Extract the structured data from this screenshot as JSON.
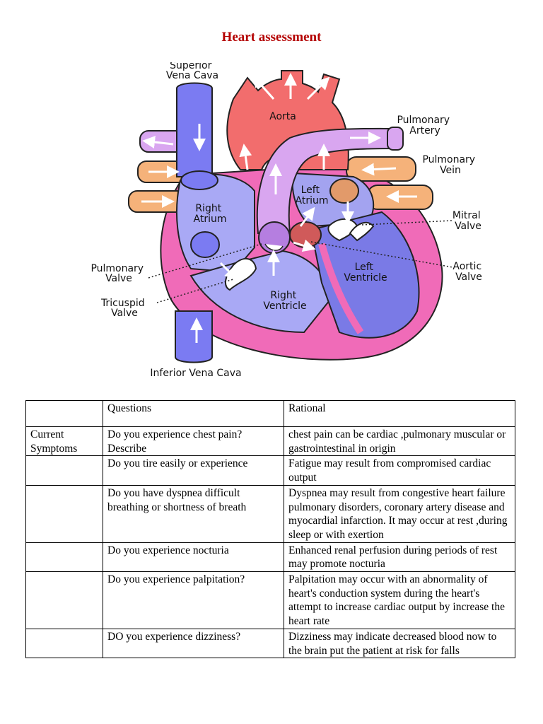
{
  "document": {
    "title": "Heart assessment",
    "title_color": "#b40000"
  },
  "diagram": {
    "labels": {
      "superior_vena_cava": [
        "Superior",
        "Vena Cava"
      ],
      "aorta": "Aorta",
      "pulmonary_artery": [
        "Pulmonary",
        "Artery"
      ],
      "pulmonary_vein": [
        "Pulmonary",
        "Vein"
      ],
      "left_atrium": [
        "Left",
        "Atrium"
      ],
      "right_atrium": [
        "Right",
        "Atrium"
      ],
      "mitral_valve": [
        "Mitral",
        "Valve"
      ],
      "pulmonary_valve": [
        "Pulmonary",
        "Valve"
      ],
      "aortic_valve": [
        "Aortic",
        "Valve"
      ],
      "left_ventricle": [
        "Left",
        "Ventricle"
      ],
      "tricuspid_valve": [
        "Tricuspid",
        "Valve"
      ],
      "right_ventricle": [
        "Right",
        "Ventricle"
      ],
      "inferior_vena_cava": "Inferior Vena Cava"
    },
    "colors": {
      "aorta": "#f26d6d",
      "vena_cava": "#7b7bf2",
      "pulmonary_artery": "#d9a6f0",
      "pulmonary_vein": "#f5b27a",
      "right_chambers": "#a9a9f5",
      "left_chambers": "#7a7ae6",
      "heart_wall": "#f06bb8"
    }
  },
  "table": {
    "header": [
      "",
      "Questions",
      "Rational"
    ],
    "rows": [
      {
        "category": "Current Symptoms",
        "question": "Do you experience chest pain? Describe",
        "rationale": "chest pain can be cardiac ,pulmonary muscular or gastrointestinal in origin"
      },
      {
        "category": "",
        "question": "Do you tire easily or experience",
        "rationale": "Fatigue may result from compromised cardiac output"
      },
      {
        "category": "",
        "question": "Do you have dyspnea difficult breathing or shortness of breath",
        "rationale": "Dyspnea may result from congestive heart failure pulmonary disorders, coronary artery disease and myocardial infarction. It may occur at rest ,during sleep or with exertion"
      },
      {
        "category": "",
        "question": "Do you experience nocturia",
        "rationale": "Enhanced renal perfusion during periods of rest may promote nocturia"
      },
      {
        "category": "",
        "question": "Do you experience palpitation?",
        "rationale": "Palpitation may occur with an abnormality of heart's conduction system during the heart's attempt to increase cardiac output by increase the heart rate"
      },
      {
        "category": "",
        "question": "DO you experience dizziness?",
        "rationale": "Dizziness may indicate decreased blood now to the brain put the patient at risk for falls"
      }
    ]
  }
}
